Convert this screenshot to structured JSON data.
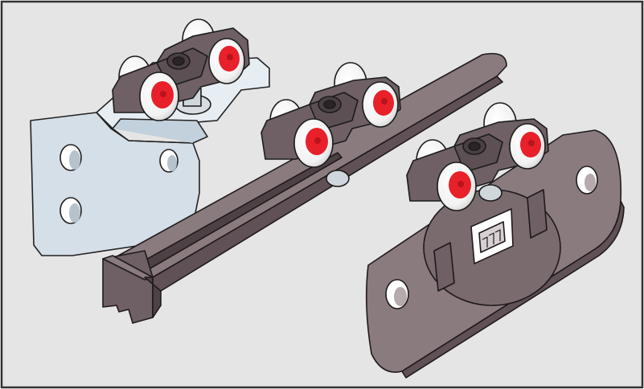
{
  "illustration": {
    "subject": "sliding-door-roller-hardware",
    "parts": [
      {
        "id": "wall-bracket",
        "color": "#d4dfe8"
      },
      {
        "id": "track-rail",
        "color": "#7e6e72"
      },
      {
        "id": "mounting-plate",
        "color": "#7e6e72"
      }
    ],
    "roller_accent": "#e8202a",
    "background": "#e5e5e5",
    "border": "#333333"
  }
}
